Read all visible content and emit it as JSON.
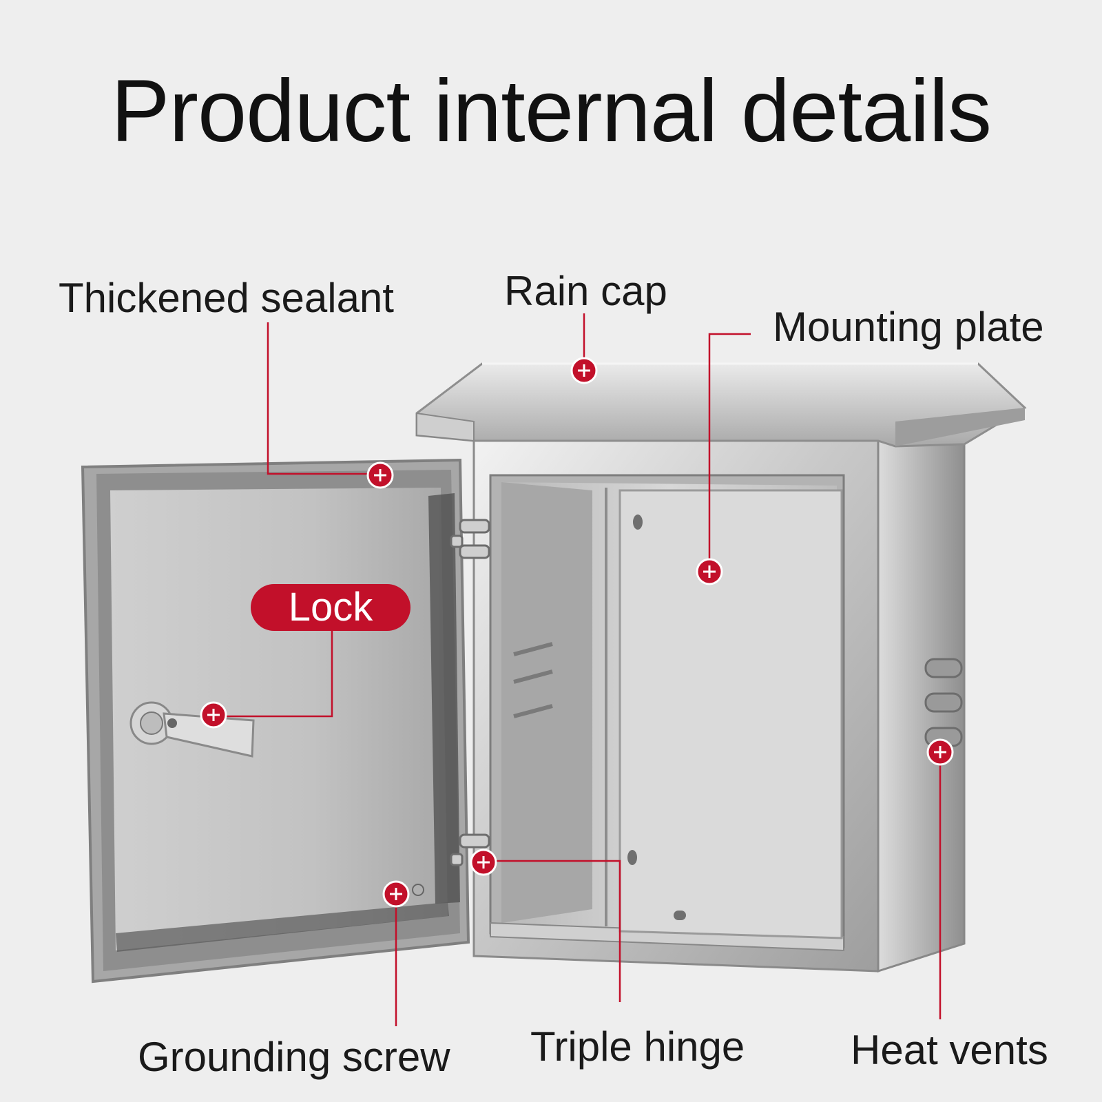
{
  "title": "Product internal details",
  "callouts": {
    "thickened_sealant": "Thickened sealant",
    "rain_cap": "Rain cap",
    "mounting_plate": "Mounting plate",
    "lock": "Lock",
    "grounding_screw": "Grounding screw",
    "triple_hinge": "Triple hinge",
    "heat_vents": "Heat vents"
  },
  "colors": {
    "accent": "#c2102a",
    "background": "#eeeeee",
    "text": "#1a1a1a"
  },
  "icons": {
    "marker": "plus-marker-icon"
  }
}
